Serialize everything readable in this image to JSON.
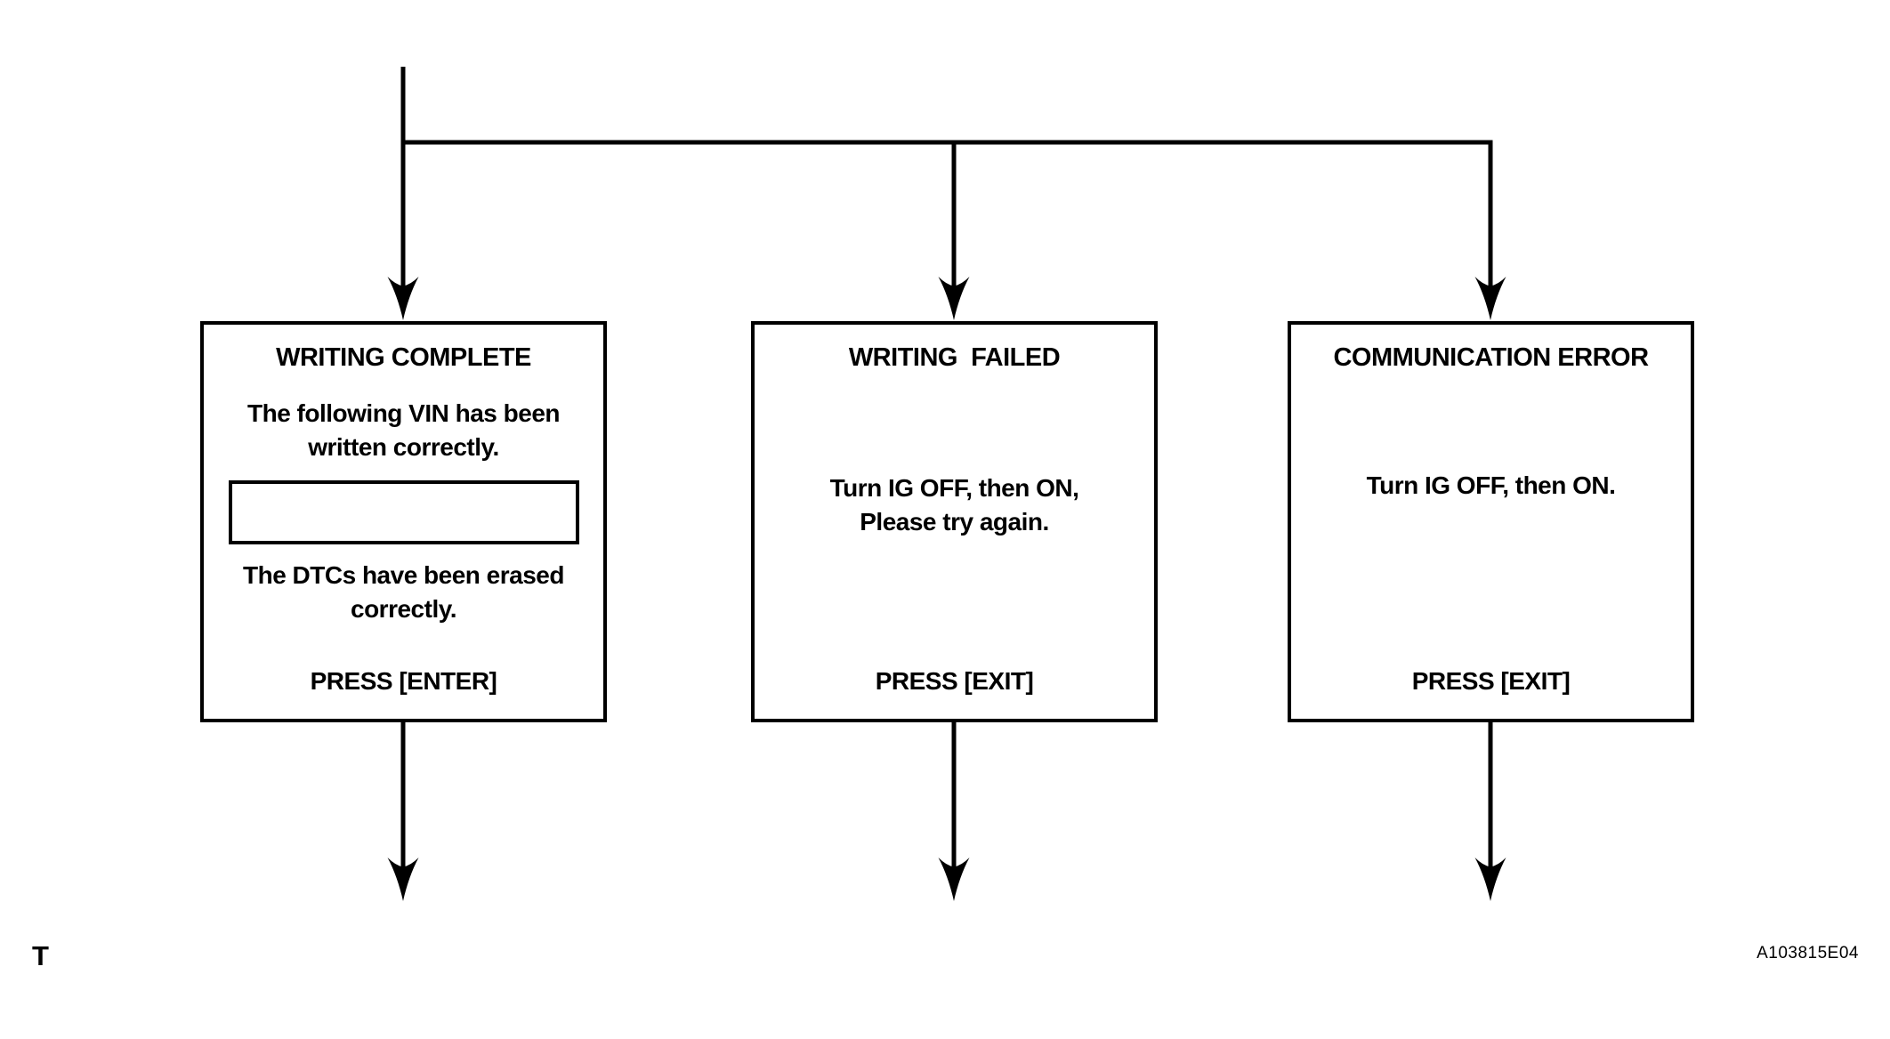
{
  "colors": {
    "line": "#000000",
    "background": "#ffffff"
  },
  "boxes": [
    {
      "id": "writing-complete",
      "title": "WRITING COMPLETE",
      "message1": "The following VIN has been\nwritten correctly.",
      "vin_field_value": "",
      "message2": "The DTCs have been erased\ncorrectly.",
      "press": "PRESS [ENTER]"
    },
    {
      "id": "writing-failed",
      "title": "WRITING  FAILED",
      "message": "Turn IG OFF, then ON,\nPlease try again.",
      "press": "PRESS [EXIT]"
    },
    {
      "id": "communication-error",
      "title": "COMMUNICATION ERROR",
      "message": "Turn IG OFF, then ON.",
      "press": "PRESS [EXIT]"
    }
  ],
  "footer": {
    "page_marker": "T",
    "figure_code": "A103815E04"
  }
}
